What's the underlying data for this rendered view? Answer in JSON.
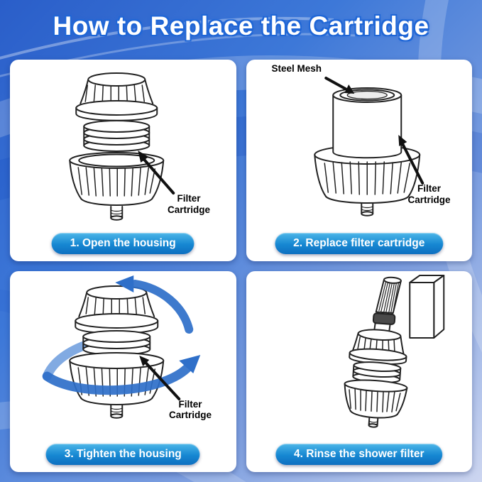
{
  "title": "How to Replace the Cartridge",
  "steps": [
    {
      "label": "1. Open the housing",
      "annotations": {
        "filter_cartridge": "Filter Cartridge"
      }
    },
    {
      "label": "2. Replace filter cartridge",
      "annotations": {
        "steel_mesh": "Steel Mesh",
        "filter_cartridge": "Filter Cartridge"
      }
    },
    {
      "label": "3. Tighten the housing",
      "annotations": {
        "filter_cartridge": "Filter Cartridge"
      }
    },
    {
      "label": "4. Rinse the shower filter",
      "annotations": {}
    }
  ],
  "colors": {
    "background_top": "#2a5ec9",
    "background_bottom": "#cdd6f0",
    "panel": "#ffffff",
    "pill_top": "#4cb6e8",
    "pill_bottom": "#0e6fc0",
    "title_text": "#ffffff",
    "title_outline": "#1f66d6",
    "rotation_arrow": "#2e6fc9",
    "line_art": "#222222"
  }
}
